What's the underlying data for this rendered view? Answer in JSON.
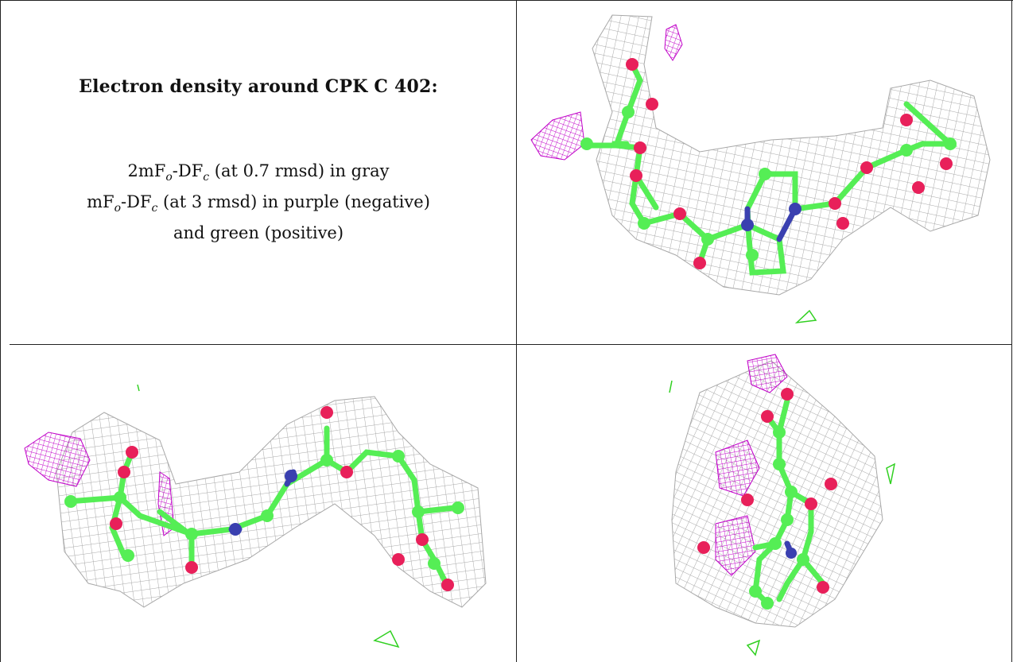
{
  "caption": {
    "title": "Electron density around CPK C 402:",
    "line1_prefix": "2mF",
    "line1_sub1": "o",
    "line1_mid": "-DF",
    "line1_sub2": "c",
    "line1_suffix": " (at 0.7 rmsd) in gray",
    "line2_prefix": "mF",
    "line2_sub1": "o",
    "line2_mid": "-DF",
    "line2_sub2": "c",
    "line2_suffix": " (at 3 rmsd) in purple (negative)",
    "line3": "and green (positive)"
  },
  "colors": {
    "mesh_2fofc": "#a8a8a8",
    "mesh_negative": "#c000c8",
    "mesh_positive": "#30d020",
    "carbon": "#55ee55",
    "oxygen": "#e8205a",
    "nitrogen": "#3a40b0"
  },
  "panels": [
    {
      "view": "top-right"
    },
    {
      "view": "bottom-left"
    },
    {
      "view": "bottom-right"
    }
  ]
}
